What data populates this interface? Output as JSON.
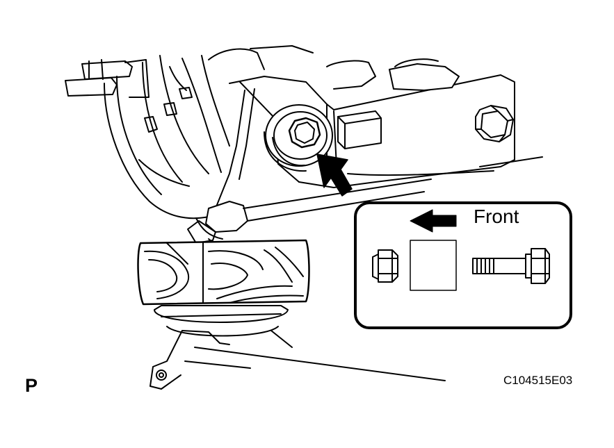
{
  "inset": {
    "direction_label": "Front"
  },
  "view_marker": "P",
  "figure_code": "C104515E03",
  "colors": {
    "line": "#000000",
    "background": "#ffffff"
  },
  "icons": [
    "front-arrow-icon",
    "pointer-arrow-icon",
    "nut-icon",
    "bolt-icon"
  ]
}
